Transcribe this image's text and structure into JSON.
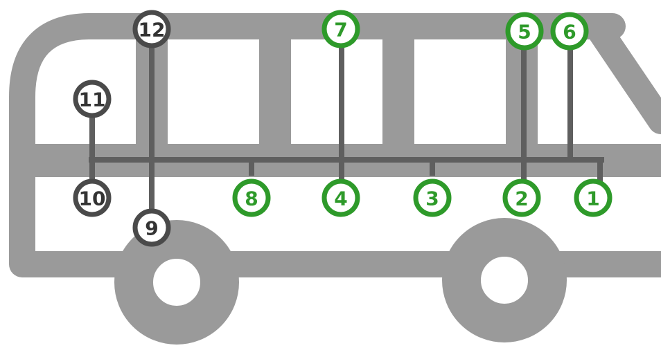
{
  "colors": {
    "bus_body": "#9a9a9a",
    "wiring": "#5f5f5f",
    "green_ring": "#2e9a2a",
    "dark_ring": "#4a4a4a",
    "node_fill": "#ffffff",
    "green_text": "#2e9a2a",
    "dark_text": "#333333",
    "background": "#ffffff"
  },
  "nodes": [
    {
      "label": "1",
      "color": "green"
    },
    {
      "label": "2",
      "color": "green"
    },
    {
      "label": "3",
      "color": "green"
    },
    {
      "label": "4",
      "color": "green"
    },
    {
      "label": "5",
      "color": "green"
    },
    {
      "label": "6",
      "color": "green"
    },
    {
      "label": "7",
      "color": "green"
    },
    {
      "label": "8",
      "color": "green"
    },
    {
      "label": "9",
      "color": "dark"
    },
    {
      "label": "10",
      "color": "dark"
    },
    {
      "label": "11",
      "color": "dark"
    },
    {
      "label": "12",
      "color": "dark"
    }
  ]
}
